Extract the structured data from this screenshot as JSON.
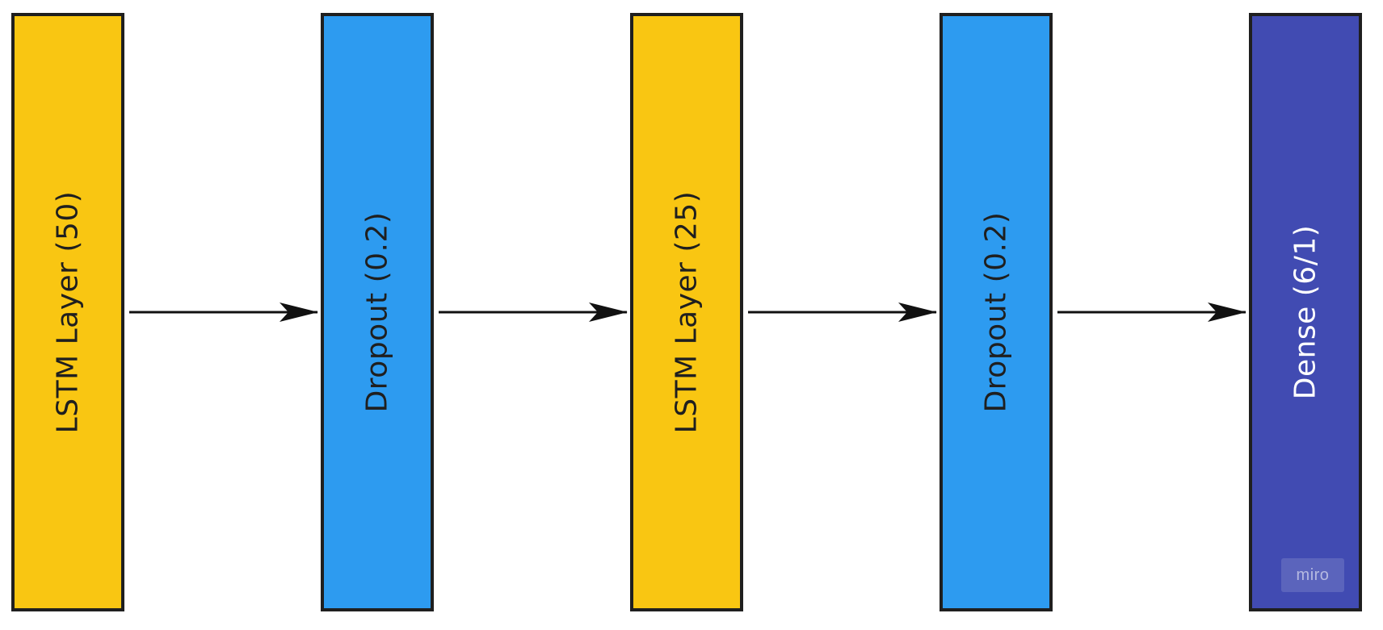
{
  "colors": {
    "lstm": "#F9C612",
    "dropout": "#2D9BF0",
    "dense": "#414BB2",
    "dark_text": "#1f1f1f",
    "light_text": "#ffffff",
    "arrow": "#111111"
  },
  "layers": [
    {
      "label": "LSTM Layer (50)",
      "kind": "lstm"
    },
    {
      "label": "Dropout (0.2)",
      "kind": "dropout"
    },
    {
      "label": "LSTM Layer (25)",
      "kind": "lstm"
    },
    {
      "label": "Dropout (0.2)",
      "kind": "dropout"
    },
    {
      "label": "Dense (6/1)",
      "kind": "dense"
    }
  ],
  "watermark": {
    "text": "miro"
  }
}
